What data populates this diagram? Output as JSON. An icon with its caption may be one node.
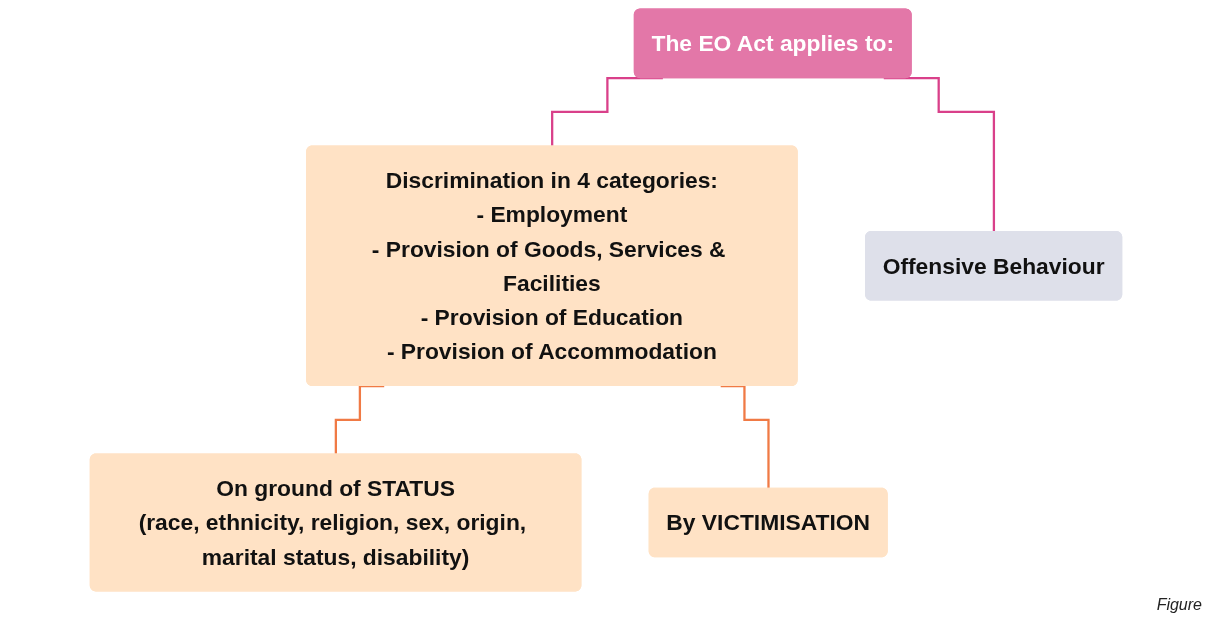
{
  "diagram": {
    "nodes": [
      {
        "text": [
          "The EO Act applies to:"
        ]
      },
      {
        "text": [
          "Discrimination in 4 categories:",
          "- Employment",
          "- Provision of Goods, Services & Facilities",
          "- Provision of Education",
          "- Provision of Accommodation"
        ]
      },
      {
        "text": [
          "Offensive Behaviour"
        ]
      },
      {
        "text": [
          "On ground of STATUS",
          "(race, ethnicity, religion, sex, origin, marital status, disability)"
        ]
      },
      {
        "text": [
          "By VICTIMISATION"
        ]
      }
    ],
    "edges": [
      {
        "from": 0,
        "to": 1,
        "arrow": "none",
        "color": "#d9408a"
      },
      {
        "from": 0,
        "to": 2,
        "arrow": "none",
        "color": "#d9408a"
      },
      {
        "from": 1,
        "to": 3,
        "arrow": "none",
        "color": "#f07a45"
      },
      {
        "from": 1,
        "to": 4,
        "arrow": "none",
        "color": "#f07a45"
      }
    ],
    "labels": [
      "Figure"
    ]
  }
}
